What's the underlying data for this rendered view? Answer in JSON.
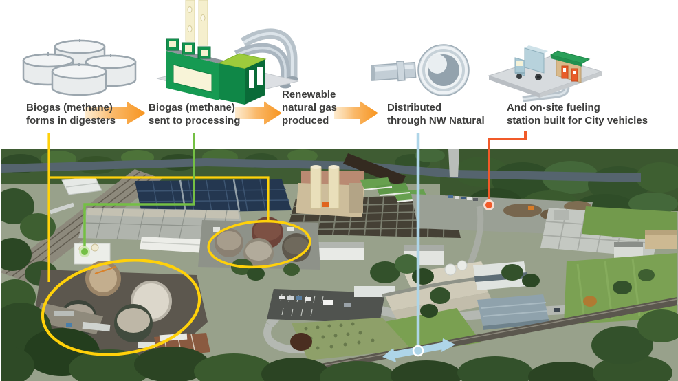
{
  "flow_steps": [
    {
      "id": "digesters",
      "icon": "digester-tanks-icon",
      "line1": "Biogas (methane)",
      "line2": "forms in digesters"
    },
    {
      "id": "processing",
      "icon": "processing-plant-icon",
      "line1": "Biogas (methane)",
      "line2": "sent to processing"
    },
    {
      "id": "rng-produced",
      "icon": "none",
      "line1": "Renewable",
      "line2": "natural gas",
      "line3": "produced"
    },
    {
      "id": "distribution",
      "icon": "pipeline-icon",
      "line1": "Distributed",
      "line2": "through NW Natural"
    },
    {
      "id": "fueling-station",
      "icon": "fueling-station-icon",
      "line1": "And on-site fueling",
      "line2": "station built for City vehicles"
    }
  ],
  "colors": {
    "label_text": "#3d3d3c",
    "flow_arrow_start": "#fcd9a4",
    "flow_arrow_end": "#f7941e",
    "digesters_callout": "#ffd10a",
    "processing_callout": "#74bf44",
    "distribution_callout": "#aed5e8",
    "fueling_callout": "#f15a29"
  }
}
